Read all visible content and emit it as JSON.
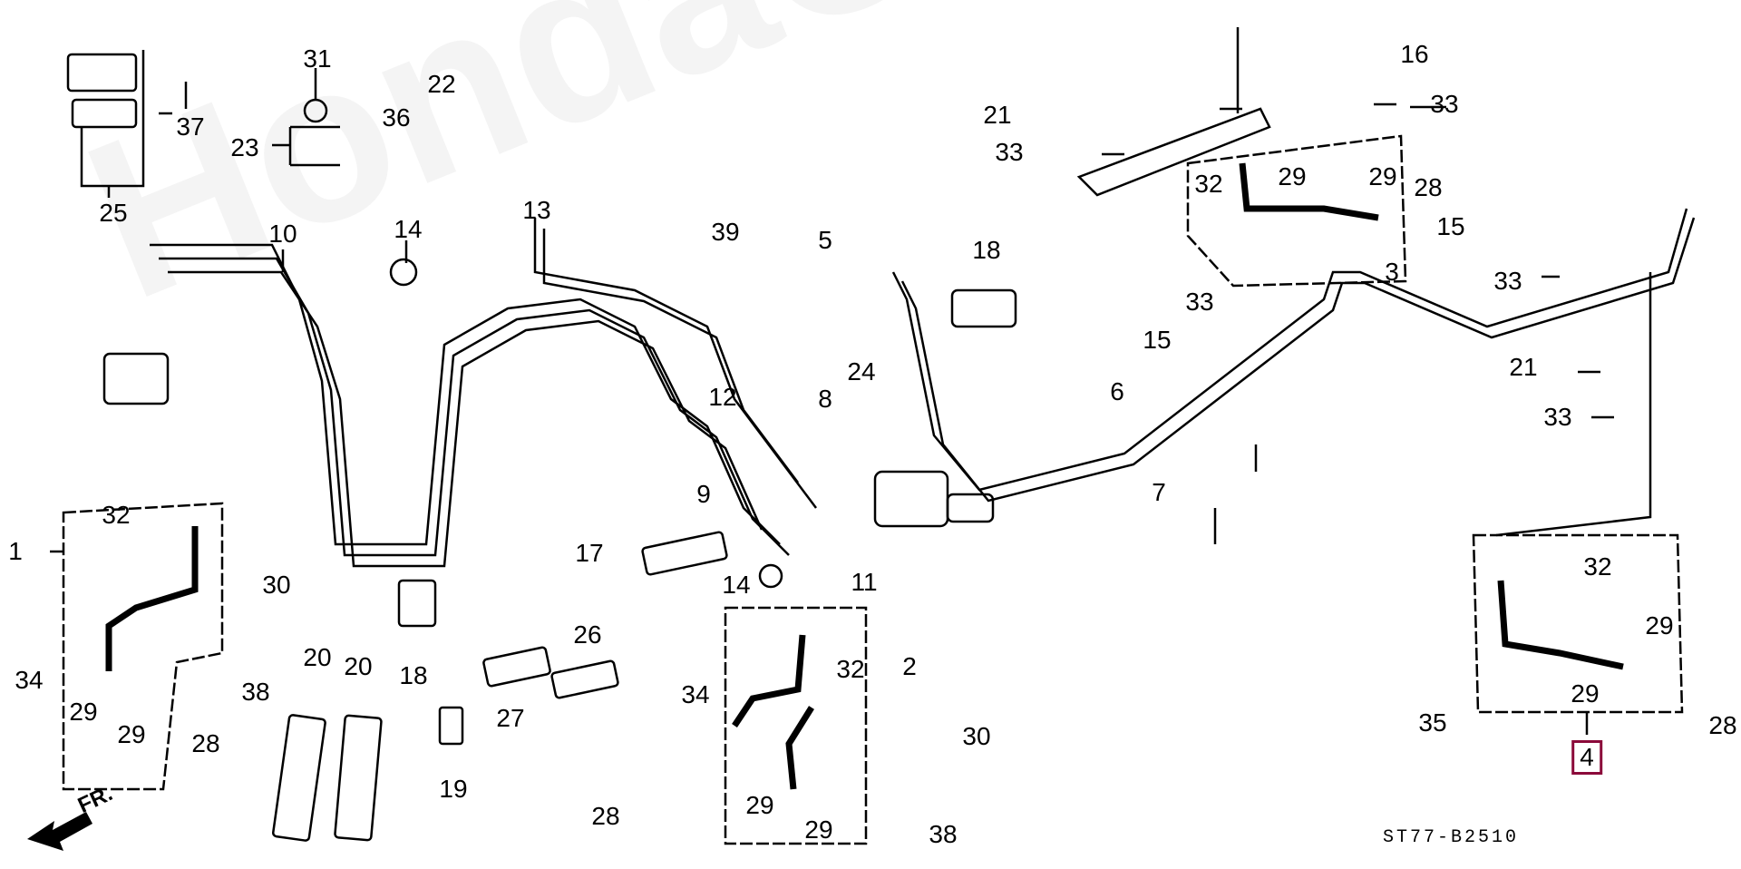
{
  "diagram": {
    "title_code": "ST77-B2510",
    "watermark": "HondaCarMine.ru",
    "direction_label": "FR.",
    "highlighted_part": "4",
    "highlight_color": "#8b0a3a",
    "callouts": [
      {
        "id": "c1",
        "label": "1"
      },
      {
        "id": "c2",
        "label": "2"
      },
      {
        "id": "c3",
        "label": "3"
      },
      {
        "id": "c4",
        "label": "4"
      },
      {
        "id": "c5",
        "label": "5"
      },
      {
        "id": "c6",
        "label": "6"
      },
      {
        "id": "c7",
        "label": "7"
      },
      {
        "id": "c8",
        "label": "8"
      },
      {
        "id": "c9",
        "label": "9"
      },
      {
        "id": "c10",
        "label": "10"
      },
      {
        "id": "c11",
        "label": "11"
      },
      {
        "id": "c12",
        "label": "12"
      },
      {
        "id": "c13",
        "label": "13"
      },
      {
        "id": "c14a",
        "label": "14"
      },
      {
        "id": "c14b",
        "label": "14"
      },
      {
        "id": "c15a",
        "label": "15"
      },
      {
        "id": "c15b",
        "label": "15"
      },
      {
        "id": "c16",
        "label": "16"
      },
      {
        "id": "c17",
        "label": "17"
      },
      {
        "id": "c18a",
        "label": "18"
      },
      {
        "id": "c18b",
        "label": "18"
      },
      {
        "id": "c19",
        "label": "19"
      },
      {
        "id": "c20a",
        "label": "20"
      },
      {
        "id": "c20b",
        "label": "20"
      },
      {
        "id": "c21a",
        "label": "21"
      },
      {
        "id": "c21b",
        "label": "21"
      },
      {
        "id": "c22",
        "label": "22"
      },
      {
        "id": "c23",
        "label": "23"
      },
      {
        "id": "c24",
        "label": "24"
      },
      {
        "id": "c25",
        "label": "25"
      },
      {
        "id": "c26",
        "label": "26"
      },
      {
        "id": "c27",
        "label": "27"
      },
      {
        "id": "c28a",
        "label": "28"
      },
      {
        "id": "c28b",
        "label": "28"
      },
      {
        "id": "c28c",
        "label": "28"
      },
      {
        "id": "c28d",
        "label": "28"
      },
      {
        "id": "c29a",
        "label": "29"
      },
      {
        "id": "c29b",
        "label": "29"
      },
      {
        "id": "c29c",
        "label": "29"
      },
      {
        "id": "c29d",
        "label": "29"
      },
      {
        "id": "c29e",
        "label": "29"
      },
      {
        "id": "c29f",
        "label": "29"
      },
      {
        "id": "c29g",
        "label": "29"
      },
      {
        "id": "c29h",
        "label": "29"
      },
      {
        "id": "c30a",
        "label": "30"
      },
      {
        "id": "c30b",
        "label": "30"
      },
      {
        "id": "c31",
        "label": "31"
      },
      {
        "id": "c32a",
        "label": "32"
      },
      {
        "id": "c32b",
        "label": "32"
      },
      {
        "id": "c32c",
        "label": "32"
      },
      {
        "id": "c32d",
        "label": "32"
      },
      {
        "id": "c33a",
        "label": "33"
      },
      {
        "id": "c33b",
        "label": "33"
      },
      {
        "id": "c33c",
        "label": "33"
      },
      {
        "id": "c33d",
        "label": "33"
      },
      {
        "id": "c33e",
        "label": "33"
      },
      {
        "id": "c34a",
        "label": "34"
      },
      {
        "id": "c34b",
        "label": "34"
      },
      {
        "id": "c35",
        "label": "35"
      },
      {
        "id": "c36",
        "label": "36"
      },
      {
        "id": "c37",
        "label": "37"
      },
      {
        "id": "c38a",
        "label": "38"
      },
      {
        "id": "c38b",
        "label": "38"
      },
      {
        "id": "c39",
        "label": "39"
      }
    ]
  }
}
